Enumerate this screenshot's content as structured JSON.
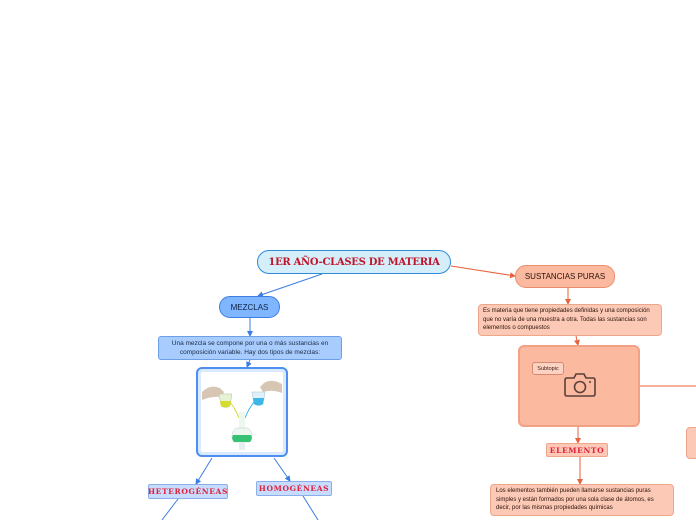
{
  "map": {
    "central": "1ER AÑO-CLASES DE MATERIA",
    "mezclas": {
      "label": "MEZCLAS",
      "description": "Una mezcla se compone por una o más sustancias en composición variable. Hay dos tipos de mezclas:",
      "heterogeneas": "HETEROGÉNEAS",
      "homogeneas": "HOMOGÉNEAS"
    },
    "sustancias": {
      "label": "SUSTANCIAS PURAS",
      "description": "Es materia que tiene propiedades definidas y una composición que no varía de una muestra a otra. Todas las sustancias son elementos o compuestos",
      "subtopic": "Subtopic",
      "image_icon": "camera-icon",
      "elemento": "ELEMENTO",
      "elemento_description": "Los elementos también pueden llamarse sustancias puras simples y están formados por una sola clase de átomos, es decir, por  las mismas propiedades químicas"
    }
  },
  "colors": {
    "central_border": "#2e8bd8",
    "central_text": "#c0152a",
    "blue_branch": "#3b7de3",
    "orange_branch": "#e8623a",
    "tag_text": "#e0203a"
  }
}
